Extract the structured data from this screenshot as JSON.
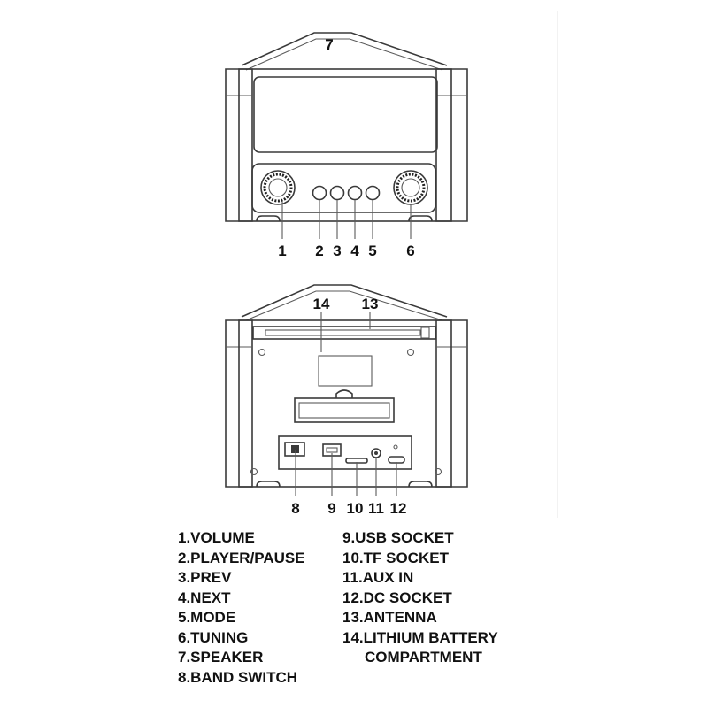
{
  "callouts": {
    "front": [
      "7",
      "1",
      "2",
      "3",
      "4",
      "5",
      "6"
    ],
    "back": [
      "14",
      "13",
      "8",
      "9",
      "10",
      "11",
      "12"
    ]
  },
  "legend": {
    "left": [
      "1.VOLUME",
      "2.PLAYER/PAUSE",
      "3.PREV",
      "4.NEXT",
      "5.MODE",
      "6.TUNING",
      "7.SPEAKER",
      "8.BAND SWITCH"
    ],
    "right": [
      "9.USB SOCKET",
      "10.TF SOCKET",
      "11.AUX IN",
      "12.DC SOCKET",
      "13.ANTENNA",
      "14.LITHIUM BATTERY",
      "COMPARTMENT"
    ]
  }
}
